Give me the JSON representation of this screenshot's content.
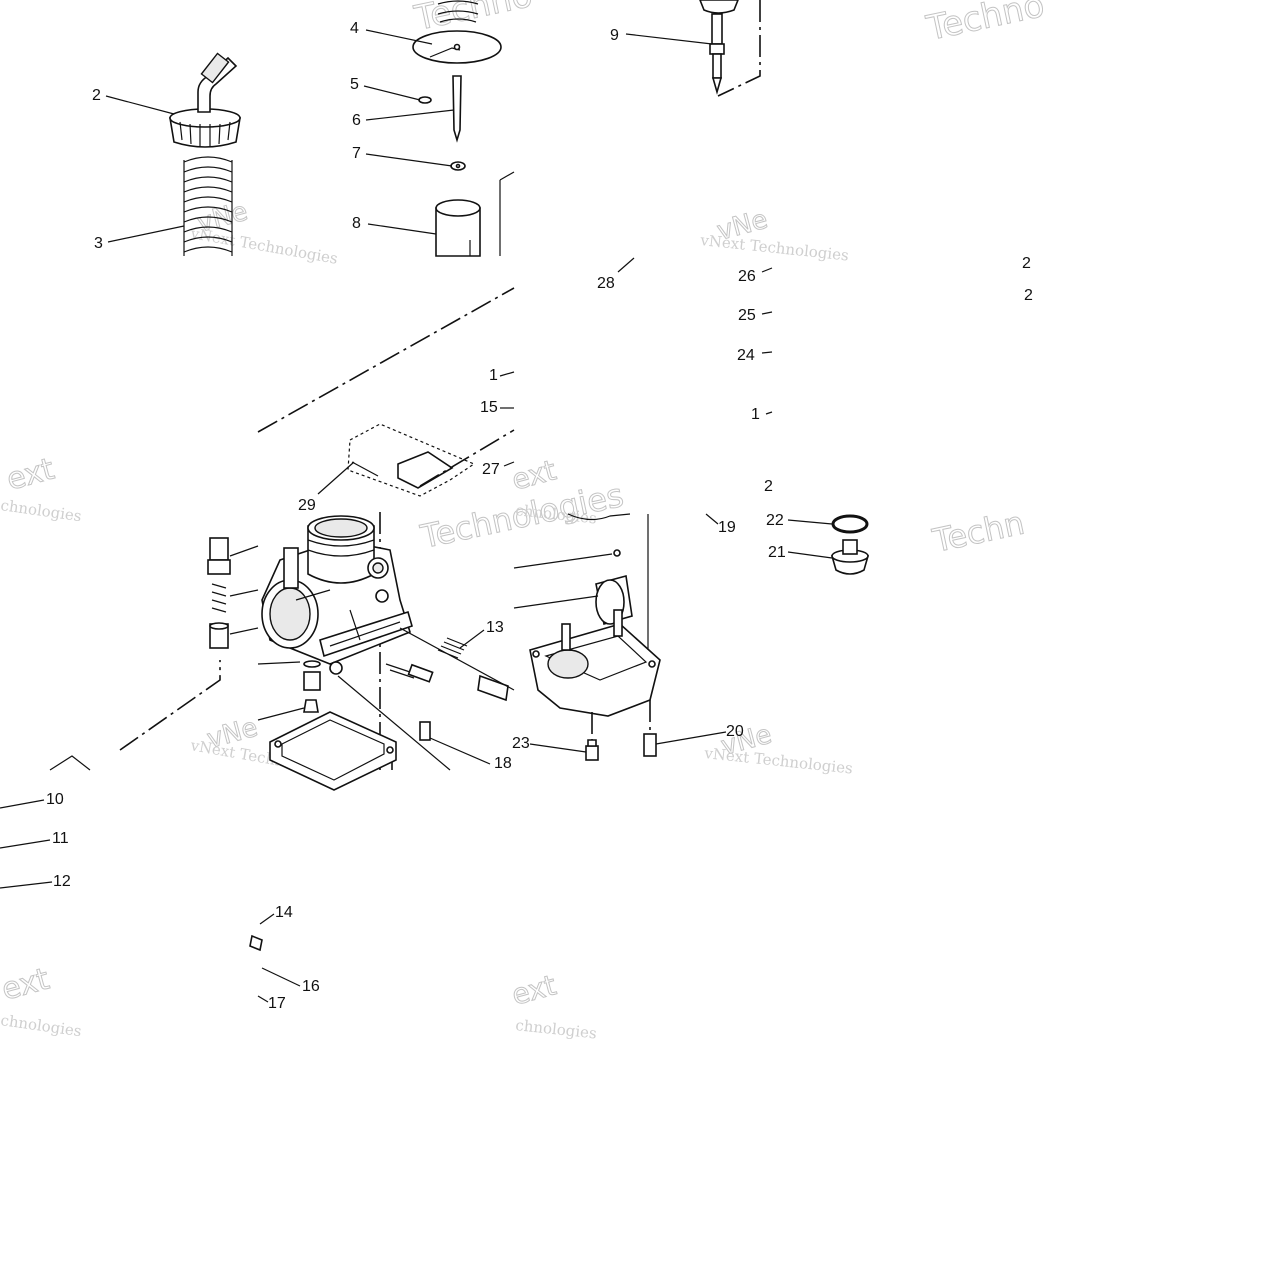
{
  "callouts": {
    "c1a": "1",
    "c1b": "1",
    "c2": "2",
    "c2a": "2",
    "c2b": "2",
    "c2c": "2",
    "c3": "3",
    "c4": "4",
    "c5": "5",
    "c6": "6",
    "c7": "7",
    "c8": "8",
    "c9": "9",
    "c10": "10",
    "c11": "11",
    "c12": "12",
    "c13": "13",
    "c14": "14",
    "c15": "15",
    "c16": "16",
    "c17": "17",
    "c18": "18",
    "c19": "19",
    "c20": "20",
    "c21": "21",
    "c22": "22",
    "c23": "23",
    "c24": "24",
    "c25": "25",
    "c26": "26",
    "c27": "27",
    "c28": "28",
    "c29": "29"
  },
  "watermark": {
    "small": "vNext Technologies",
    "big": "Technologies",
    "big_short": "Techno",
    "partial": "chnologies",
    "ne": "vNe",
    "ext": "ext",
    "tech_frag": "Techn"
  }
}
